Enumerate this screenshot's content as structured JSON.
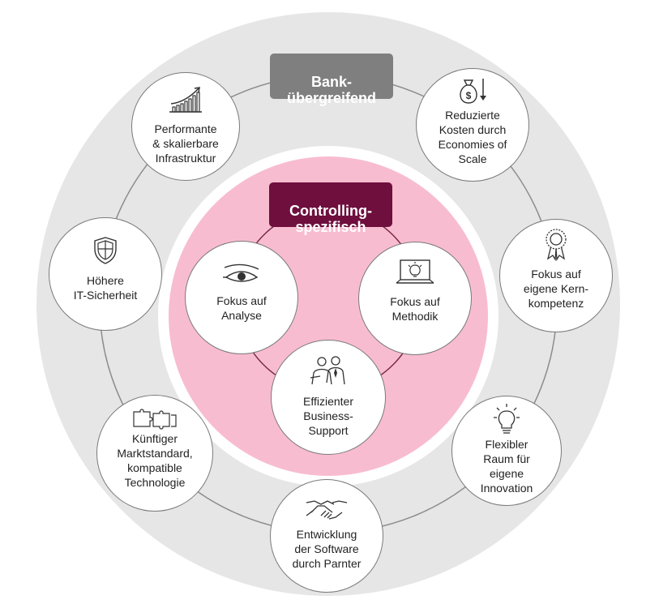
{
  "colors": {
    "outer_ring": "#e6e6e6",
    "inner_disc": "#f8bcd0",
    "connector": "#8c8c8c",
    "bank_tag": "#7f7f7f",
    "controlling_tag": "#6e0f3e",
    "node_border": "#7a7a7a"
  },
  "bank_tag": {
    "label": "Bank-\nübergreifend"
  },
  "controlling_tag": {
    "label": "Controlling-\nspezifisch"
  },
  "outer_nodes": [
    {
      "icon": "growth-chart-icon",
      "label": "Performante\n& skalierbare\nInfrastruktur"
    },
    {
      "icon": "money-bag-down-arrow-icon",
      "label": "Reduzierte\nKosten durch\nEconomies of\nScale"
    },
    {
      "icon": "award-ribbon-icon",
      "label": "Fokus auf\neigene Kern-\nkompetenz"
    },
    {
      "icon": "lightbulb-icon",
      "label": "Flexibler\nRaum für\neigene\nInnovation"
    },
    {
      "icon": "handshake-icon",
      "label": "Entwicklung\nder Software\ndurch Parnter"
    },
    {
      "icon": "puzzle-pieces-icon",
      "label": "Künftiger\nMarktstandard,\nkompatible\nTechnologie"
    },
    {
      "icon": "shield-icon",
      "label": "Höhere\nIT-Sicherheit"
    }
  ],
  "inner_nodes": [
    {
      "icon": "eye-icon",
      "label": "Fokus auf\nAnalyse"
    },
    {
      "icon": "laptop-bulb-icon",
      "label": "Fokus auf\nMethodik"
    },
    {
      "icon": "business-people-icon",
      "label": "Effizienter\nBusiness-\nSupport"
    }
  ]
}
